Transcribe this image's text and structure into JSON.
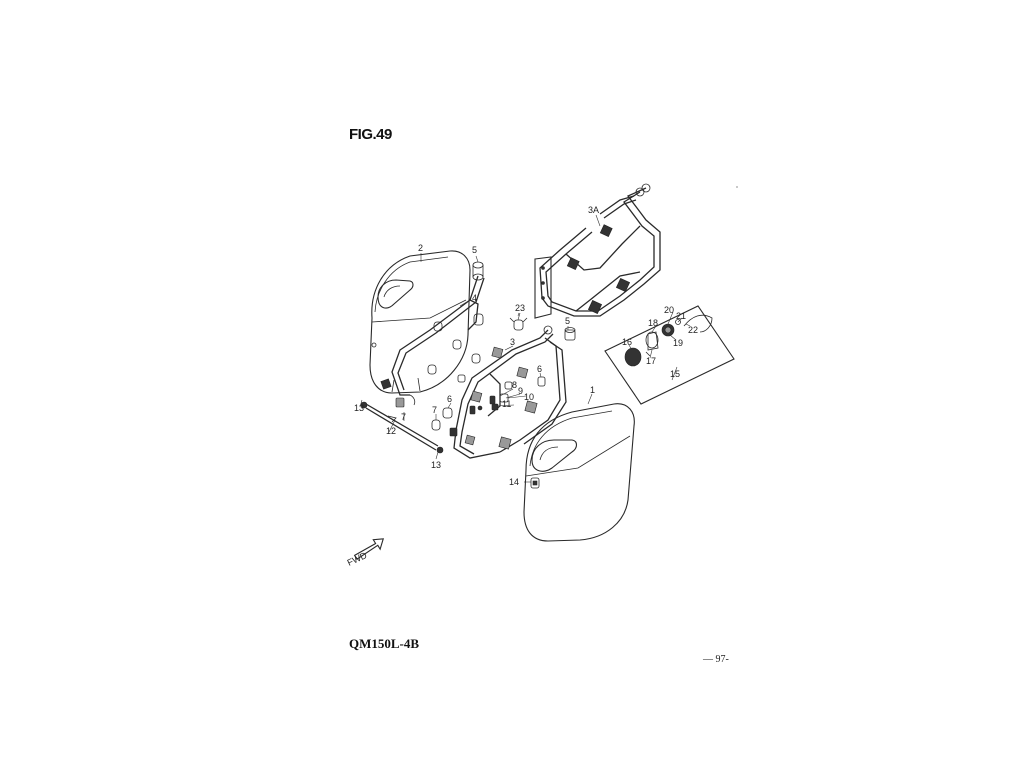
{
  "figure_title": "FIG.49",
  "model": "QM150L-4B",
  "page_number": "— 97-",
  "fwd_label": "FWD",
  "callouts": {
    "c1": "1",
    "c2": "2",
    "c3": "3",
    "c3a": "3A",
    "c4": "4",
    "c5a": "5",
    "c5b": "5",
    "c6a": "6",
    "c6b": "6",
    "c7": "7",
    "c8": "8",
    "c9": "9",
    "c10": "10",
    "c11": "11",
    "c12": "12",
    "c13a": "13",
    "c13b": "13",
    "c14": "14",
    "c15": "15",
    "c16": "16",
    "c17": "17",
    "c18": "18",
    "c19": "19",
    "c20": "20",
    "c21": "21",
    "c22": "22",
    "c23": "23"
  }
}
